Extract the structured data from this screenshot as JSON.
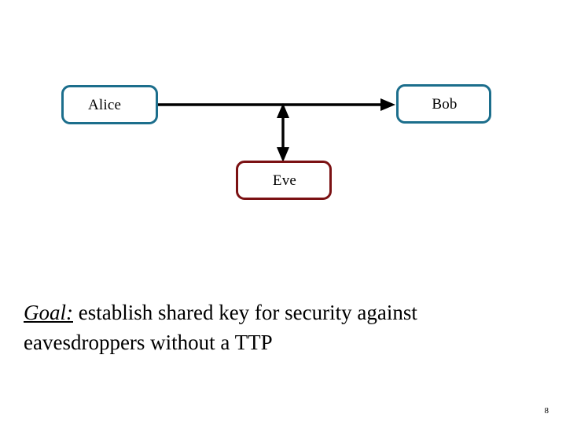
{
  "slide": {
    "page_number": "8",
    "background_color": "#ffffff"
  },
  "diagram": {
    "type": "flow-diagram",
    "nodes": [
      {
        "id": "alice",
        "label": "Alice",
        "border_color": "#1c6e8c",
        "fill_color": "#ffffff"
      },
      {
        "id": "bob",
        "label": "Bob",
        "border_color": "#1c6e8c",
        "fill_color": "#ffffff"
      },
      {
        "id": "eve",
        "label": "Eve",
        "border_color": "#7b1113",
        "fill_color": "#ffffff"
      }
    ],
    "connectors": [
      {
        "id": "alice-to-bob",
        "from": "alice",
        "to": "bob",
        "arrowheads": "end",
        "color": "#000000"
      },
      {
        "id": "channel-to-eve",
        "from": "alice-to-bob",
        "to": "eve",
        "arrowheads": "both",
        "color": "#000000"
      }
    ]
  },
  "body": {
    "goal_label": "Goal",
    "goal_separator": ":",
    "goal_text": " establish shared key for security against eavesdroppers without a TTP"
  }
}
